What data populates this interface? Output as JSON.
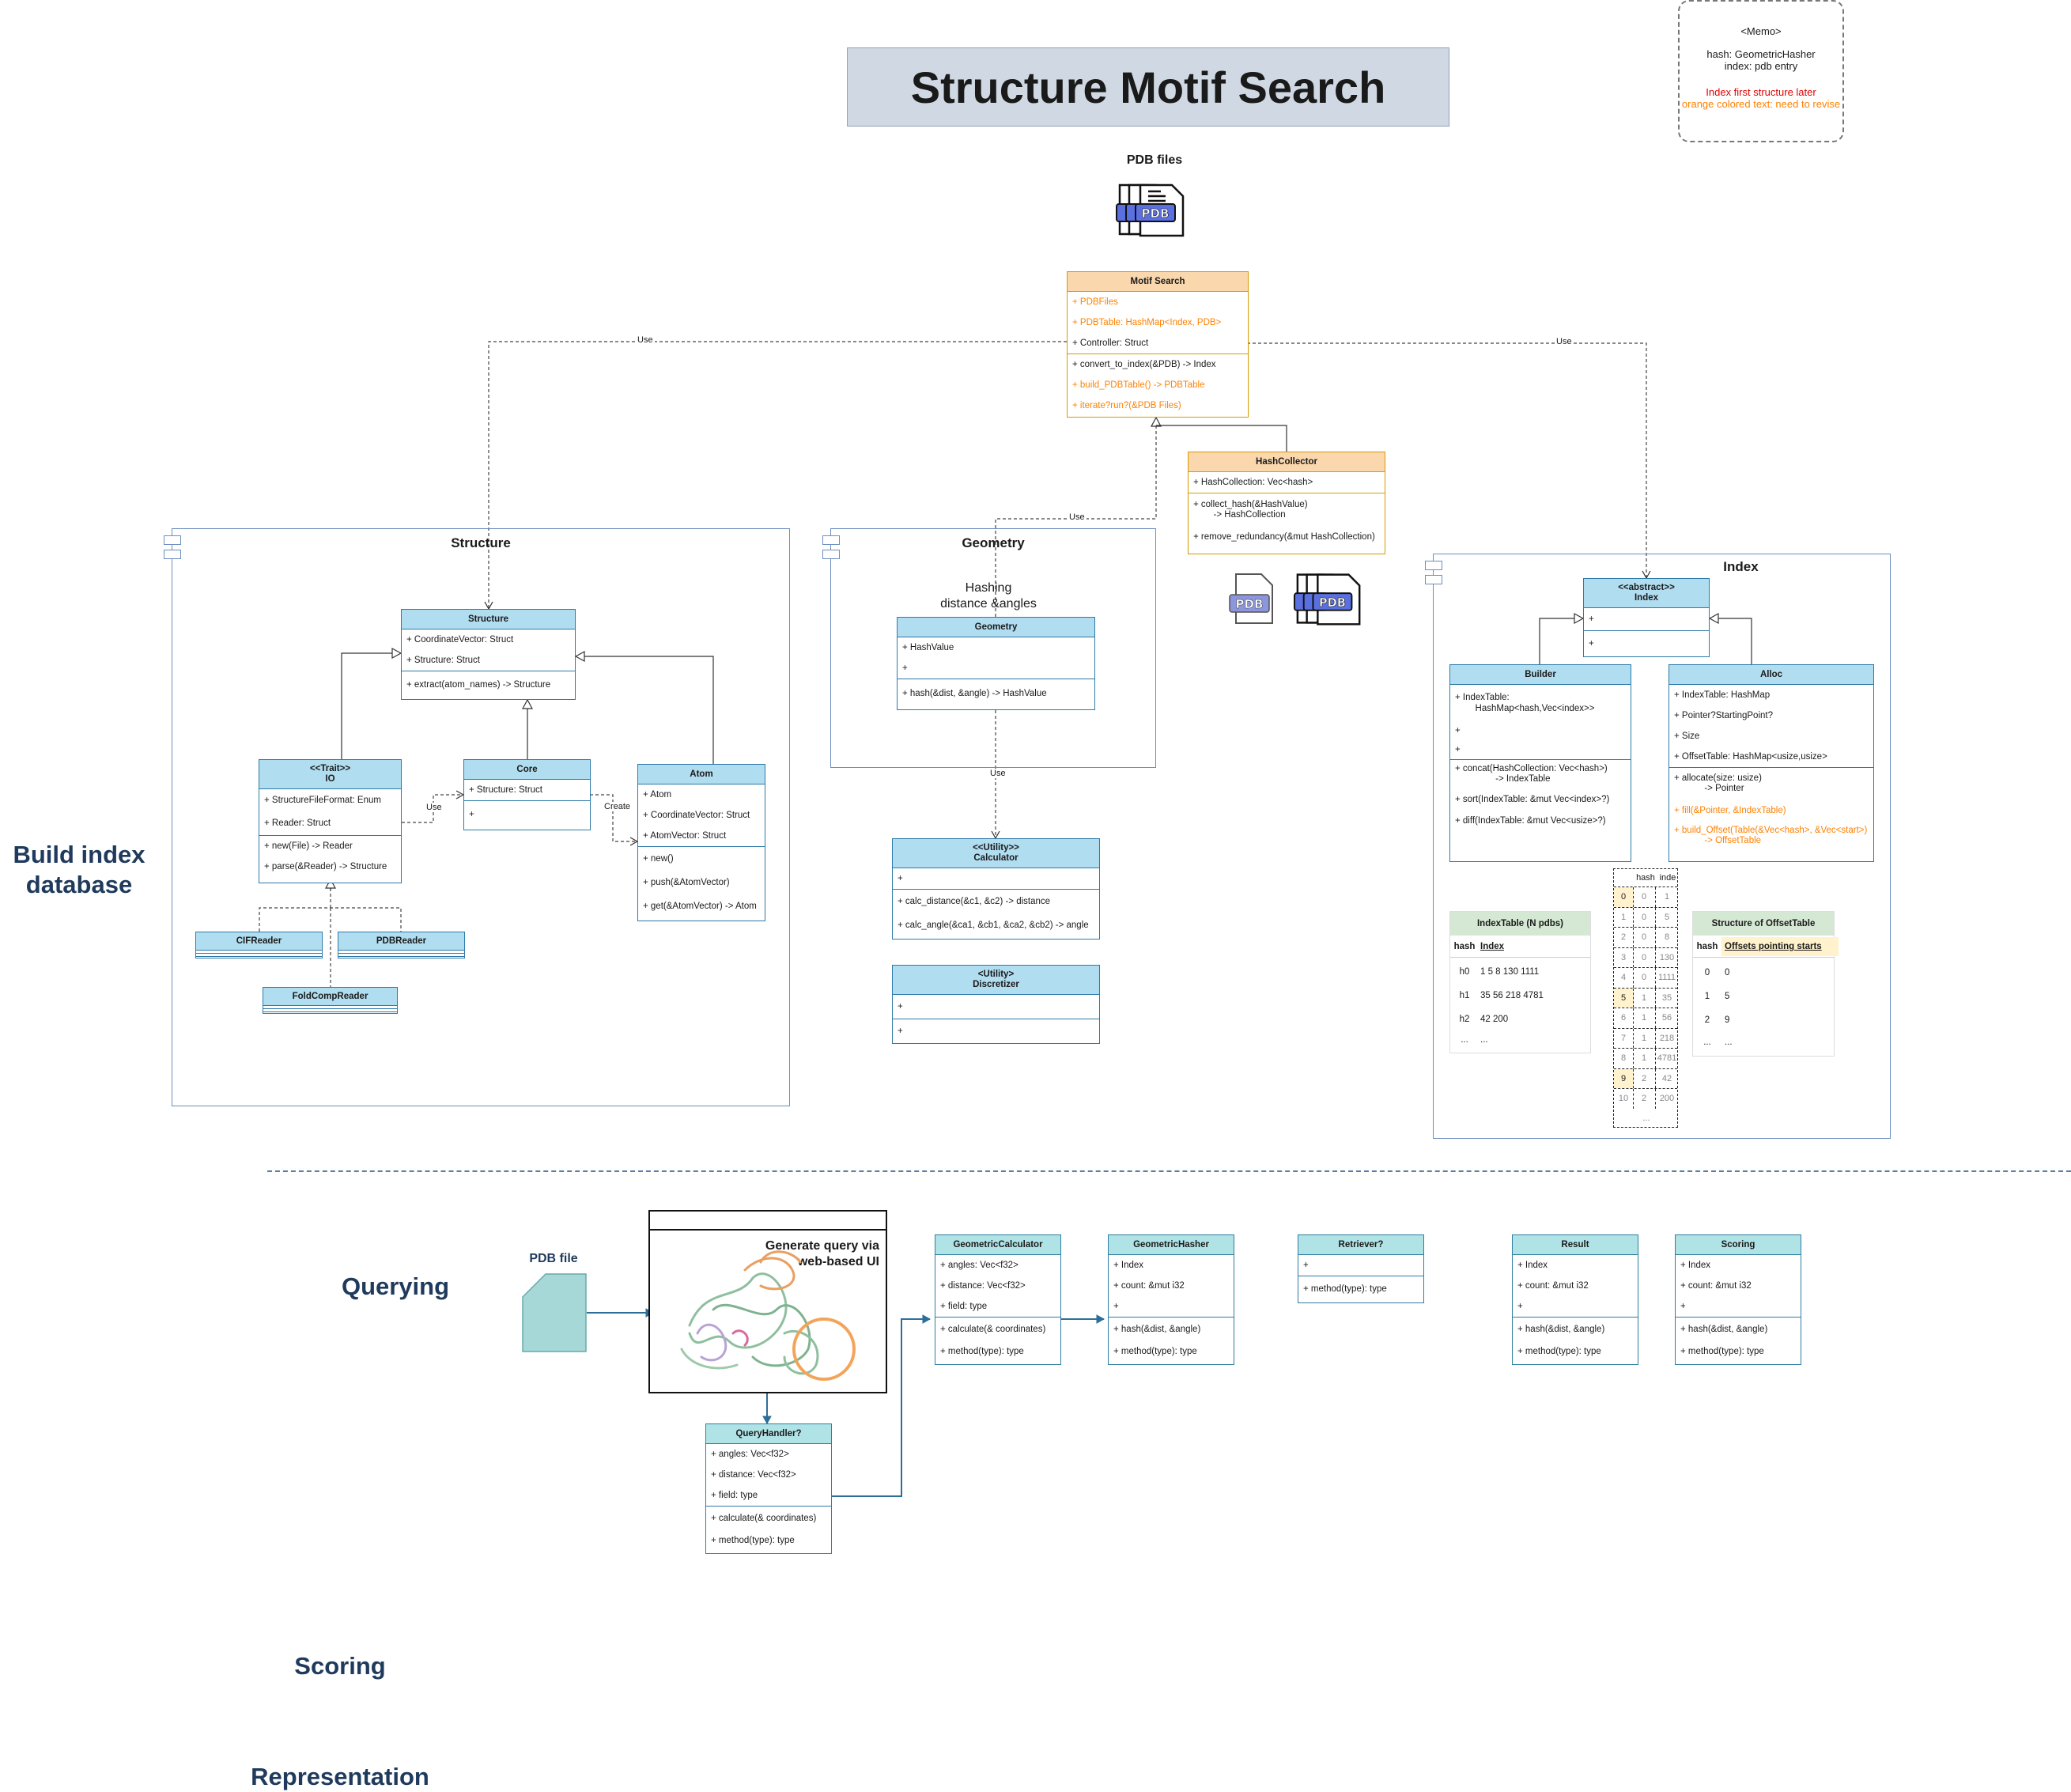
{
  "title": "Structure Motif Search",
  "memo": {
    "heading": "<Memo>",
    "line1": "hash: GeometricHasher",
    "line2": "index: pdb entry",
    "note_red": "Index first structure later",
    "note_orange": "orange colored text: need to revise"
  },
  "sections": {
    "build": "Build index database",
    "querying": "Querying",
    "scoring": "Scoring",
    "representation": "Representation"
  },
  "pdb_files_label": "PDB files",
  "pdb_icon_text": "PDB",
  "edge_labels": {
    "use": "Use",
    "create": "Create"
  },
  "motif_search": {
    "name": "Motif Search",
    "fields": [
      "+ PDBFiles",
      "+ PDBTable: HashMap<Index, PDB>",
      "+ Controller: Struct"
    ],
    "methods": [
      "+ convert_to_index(&PDB) -> Index",
      "+ build_PDBTable() -> PDBTable",
      "+ iterate?run?(&PDB Files)"
    ]
  },
  "hash_collector": {
    "name": "HashCollector",
    "fields": [
      "+ HashCollection: Vec<hash>"
    ],
    "methods": [
      "+ collect_hash(&HashValue)\n        -> HashCollection",
      "+ remove_redundancy(&mut HashCollection)"
    ]
  },
  "structure_pkg": {
    "title": "Structure",
    "structure": {
      "name": "Structure",
      "fields": [
        "+ CoordinateVector: Struct",
        "+ Structure: Struct"
      ],
      "methods": [
        "+ extract(atom_names) -> Structure"
      ]
    },
    "io": {
      "stereotype": "<<Trait>>",
      "name": "IO",
      "fields": [
        "+ StructureFileFormat: Enum",
        "+ Reader: Struct"
      ],
      "methods": [
        "+ new(File) -> Reader",
        "+ parse(&Reader) -> Structure"
      ]
    },
    "core": {
      "name": "Core",
      "fields": [
        "+ Structure: Struct"
      ],
      "methods": [
        "+"
      ]
    },
    "atom": {
      "name": "Atom",
      "fields": [
        "+ Atom",
        "+ CoordinateVector: Struct",
        "+ AtomVector: Struct"
      ],
      "methods": [
        "+ new()",
        "+ push(&AtomVector)",
        "+ get(&AtomVector) -> Atom"
      ]
    },
    "readers": [
      "CIFReader",
      "PDBReader",
      "FoldCompReader"
    ]
  },
  "geometry_pkg": {
    "title": "Geometry",
    "note": "Hashing\ndistance &angles",
    "geometry": {
      "name": "Geometry",
      "fields": [
        "+ HashValue",
        "+"
      ],
      "methods": [
        "+ hash(&dist, &angle) -> HashValue"
      ]
    }
  },
  "calculator": {
    "stereotype": "<<Utility>>",
    "name": "Calculator",
    "fields": [
      "+"
    ],
    "methods": [
      "+ calc_distance(&c1, &c2) -> distance",
      "+ calc_angle(&ca1, &cb1, &ca2, &cb2) -> angle"
    ]
  },
  "discretizer": {
    "stereotype": "<Utility>",
    "name": "Discretizer",
    "fields": [
      "+"
    ],
    "methods": [
      "+"
    ]
  },
  "index_pkg": {
    "title": "Index",
    "index": {
      "stereotype": "<<abstract>>",
      "name": "Index",
      "fields": [
        "+"
      ],
      "methods": [
        "+"
      ]
    },
    "builder": {
      "name": "Builder",
      "fields": [
        "+ IndexTable:\n        HashMap<hash,Vec<index>>",
        "+",
        "+"
      ],
      "methods": [
        "+ concat(HashCollection: Vec<hash>)\n                -> IndexTable",
        "+ sort(IndexTable: &mut Vec<index>?)",
        "+ diff(IndexTable: &mut Vec<usize>?)"
      ]
    },
    "alloc": {
      "name": "Alloc",
      "fields": [
        "+ IndexTable: HashMap",
        "+ Pointer?StartingPoint?",
        "+ Size",
        "+ OffsetTable: HashMap<usize,usize>"
      ],
      "methods": [
        "+ allocate(size: usize)\n            -> Pointer",
        "+ fill(&Pointer, &IndexTable)",
        "+ build_Offset(Table(&Vec<hash>, &Vec<start>)\n            -> OffsetTable"
      ]
    },
    "index_table": {
      "title": "IndexTable (N pdbs)",
      "headers": [
        "hash",
        "Index"
      ],
      "rows": [
        [
          "h0",
          "1    5    8    130    1111"
        ],
        [
          "h1",
          "35    56    218    4781"
        ],
        [
          "h2",
          "42    200"
        ],
        [
          "...",
          "..."
        ]
      ]
    },
    "flat": {
      "headers": [
        "hash",
        "inde"
      ],
      "rows": [
        [
          "0",
          "0",
          "1"
        ],
        [
          "1",
          "0",
          "5"
        ],
        [
          "2",
          "0",
          "8"
        ],
        [
          "3",
          "0",
          "130"
        ],
        [
          "4",
          "0",
          "1111"
        ],
        [
          "5",
          "1",
          "35"
        ],
        [
          "6",
          "1",
          "56"
        ],
        [
          "7",
          "1",
          "218"
        ],
        [
          "8",
          "1",
          "4781"
        ],
        [
          "9",
          "2",
          "42"
        ],
        [
          "10",
          "2",
          "200"
        ]
      ],
      "highlight": [
        "0",
        "5",
        "9"
      ],
      "ellipsis": "..."
    },
    "offset_table": {
      "title": "Structure of OffsetTable",
      "headers": [
        "hash",
        "Offsets pointing starts"
      ],
      "rows": [
        [
          "0",
          "0"
        ],
        [
          "1",
          "5"
        ],
        [
          "2",
          "9"
        ],
        [
          "...",
          "..."
        ]
      ]
    }
  },
  "query": {
    "pdb_file_label": "PDB file",
    "ui_title": "Generate query via\nweb-based UI",
    "query_handler": {
      "name": "QueryHandler?",
      "fields": [
        "+ angles: Vec<f32>",
        "+ distance: Vec<f32>",
        "+ field: type"
      ],
      "methods": [
        "+ calculate(& coordinates)",
        "+ method(type): type"
      ]
    },
    "geometric_calculator": {
      "name": "GeometricCalculator",
      "fields": [
        "+ angles: Vec<f32>",
        "+ distance: Vec<f32>",
        "+ field: type"
      ],
      "methods": [
        "+ calculate(& coordinates)",
        "+ method(type): type"
      ]
    },
    "geometric_hasher": {
      "name": "GeometricHasher",
      "fields": [
        "+ Index",
        "+ count: &mut i32",
        "+"
      ],
      "methods": [
        "+ hash(&dist, &angle)",
        "+ method(type): type"
      ]
    },
    "retriever": {
      "name": "Retriever?",
      "fields": [
        "+"
      ],
      "methods": [
        "+ method(type): type"
      ]
    },
    "result": {
      "name": "Result",
      "fields": [
        "+ Index",
        "+ count: &mut i32",
        "+"
      ],
      "methods": [
        "+ hash(&dist, &angle)",
        "+ method(type): type"
      ]
    },
    "scoring": {
      "name": "Scoring",
      "fields": [
        "+ Index",
        "+ count: &mut i32",
        "+"
      ],
      "methods": [
        "+ hash(&dist, &angle)",
        "+ method(type): type"
      ]
    }
  },
  "colors": {
    "orange_text": "#ff8000",
    "class_blue": "#b1ddf0",
    "class_orange": "#fad7ac",
    "class_teal": "#b0e3e6",
    "section_text": "#1f3a5c"
  }
}
